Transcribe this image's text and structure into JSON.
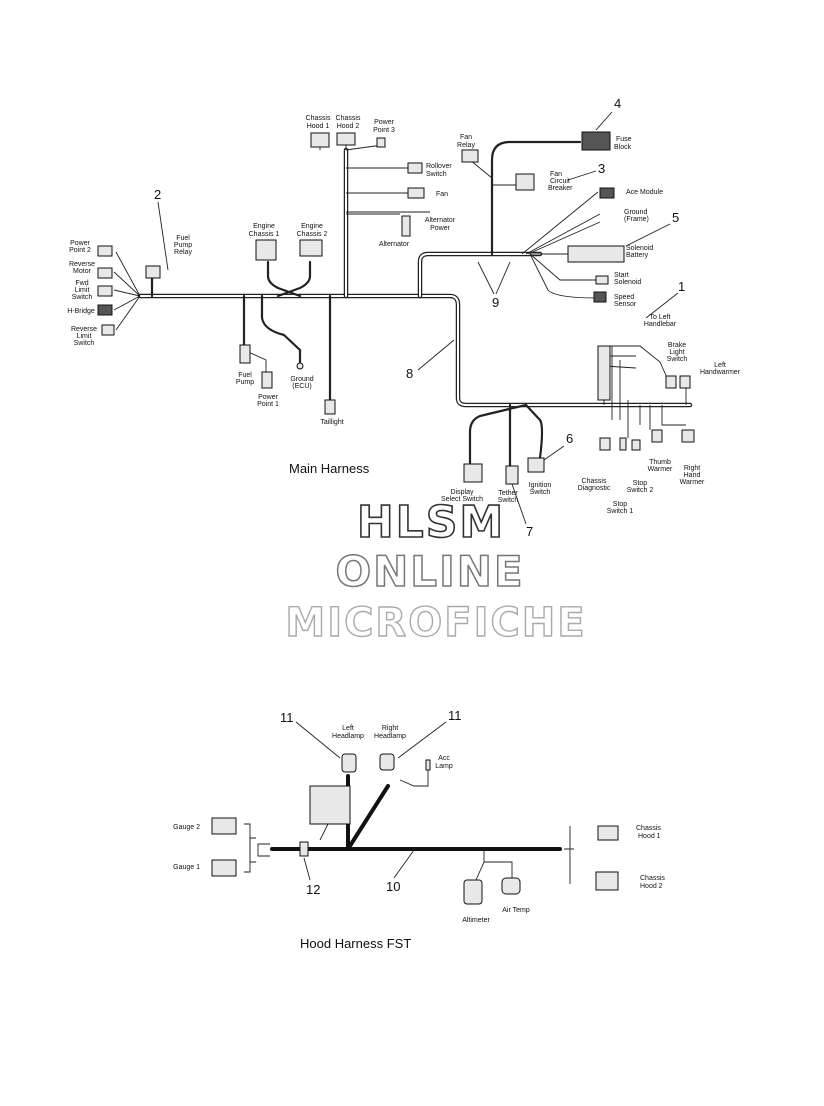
{
  "main_harness": {
    "title": "Main Harness",
    "labels": {
      "chassis_hood_1": [
        "Chassis",
        "Hood 1"
      ],
      "chassis_hood_2": [
        "Chassis",
        "Hood 2"
      ],
      "power_point_3": [
        "Power",
        "Point 3"
      ],
      "rollover_switch": [
        "Rollover",
        "Switch"
      ],
      "fan": [
        "Fan"
      ],
      "alternator_power": [
        "Alternator",
        "Power"
      ],
      "alternator": [
        "Alternator"
      ],
      "fan_relay": [
        "Fan",
        "Relay"
      ],
      "fan_circuit_breaker": [
        "Fan",
        "Circuit",
        "Breaker"
      ],
      "fuse_block": [
        "Fuse",
        "Block"
      ],
      "ace_module": [
        "Ace Module"
      ],
      "ground_frame": [
        "Ground",
        "(Frame)"
      ],
      "solenoid_battery": [
        "Solenoid",
        "Battery"
      ],
      "start_solenoid": [
        "Start",
        "Solenoid"
      ],
      "speed_sensor": [
        "Speed",
        "Sensor"
      ],
      "engine_chassis_1": [
        "Engine",
        "Chassis 1"
      ],
      "engine_chassis_2": [
        "Engine",
        "Chassis 2"
      ],
      "fuel_pump_relay": [
        "Fuel",
        "Pump",
        "Relay"
      ],
      "power_point_2": [
        "Power",
        "Point 2"
      ],
      "reverse_motor": [
        "Reverse",
        "Motor"
      ],
      "fwd_limit_switch": [
        "Fwd",
        "Limit",
        "Switch"
      ],
      "h_bridge": [
        "H-Bridge"
      ],
      "reverse_limit_switch": [
        "Reverse",
        "Limit",
        "Switch"
      ],
      "fuel_pump": [
        "Fuel",
        "Pump"
      ],
      "power_point_1": [
        "Power",
        "Point 1"
      ],
      "ground_ecu": [
        "Ground",
        "(ECU)"
      ],
      "taillight": [
        "Taillight"
      ],
      "to_left_handlebar": [
        "To Left",
        "Handlebar"
      ],
      "brake_light_switch": [
        "Brake",
        "Light",
        "Switch"
      ],
      "left_handwarmer": [
        "Left",
        "Handwarmer"
      ],
      "thumb_warmer": [
        "Thumb",
        "Warmer"
      ],
      "right_hand_warmer": [
        "Right",
        "Hand",
        "Warmer"
      ],
      "chassis_diagnostic": [
        "Chassis",
        "Diagnostic"
      ],
      "stop_switch_2": [
        "Stop",
        "Switch 2"
      ],
      "stop_switch_1": [
        "Stop",
        "Switch 1"
      ],
      "display_select_switch": [
        "Display",
        "Select Switch"
      ],
      "tether_switch": [
        "Tether",
        "Switch"
      ],
      "ignition_switch": [
        "Ignition",
        "Switch"
      ]
    },
    "callouts": [
      "1",
      "2",
      "3",
      "4",
      "5",
      "6",
      "7",
      "8",
      "9"
    ]
  },
  "watermark": {
    "line1": "HLSM",
    "line2": "ONLINE",
    "line3": "MICROFICHE"
  },
  "hood_harness": {
    "title": "Hood Harness  FST",
    "labels": {
      "left_headlamp": [
        "Left",
        "Headlamp"
      ],
      "right_headlamp": [
        "Right",
        "Headlamp"
      ],
      "acc_lamp": [
        "Acc",
        "Lamp"
      ],
      "gauge_2": [
        "Gauge 2"
      ],
      "gauge_1": [
        "Gauge 1"
      ],
      "chassis_hood_1": [
        "Chassis",
        "Hood 1"
      ],
      "chassis_hood_2": [
        "Chassis",
        "Hood 2"
      ],
      "altimeter": [
        "Altimeter"
      ],
      "air_temp": [
        "Air Temp"
      ]
    },
    "callouts": [
      "11",
      "11",
      "12",
      "10"
    ]
  },
  "colors": {
    "ink": "#111111",
    "background": "#ffffff"
  }
}
